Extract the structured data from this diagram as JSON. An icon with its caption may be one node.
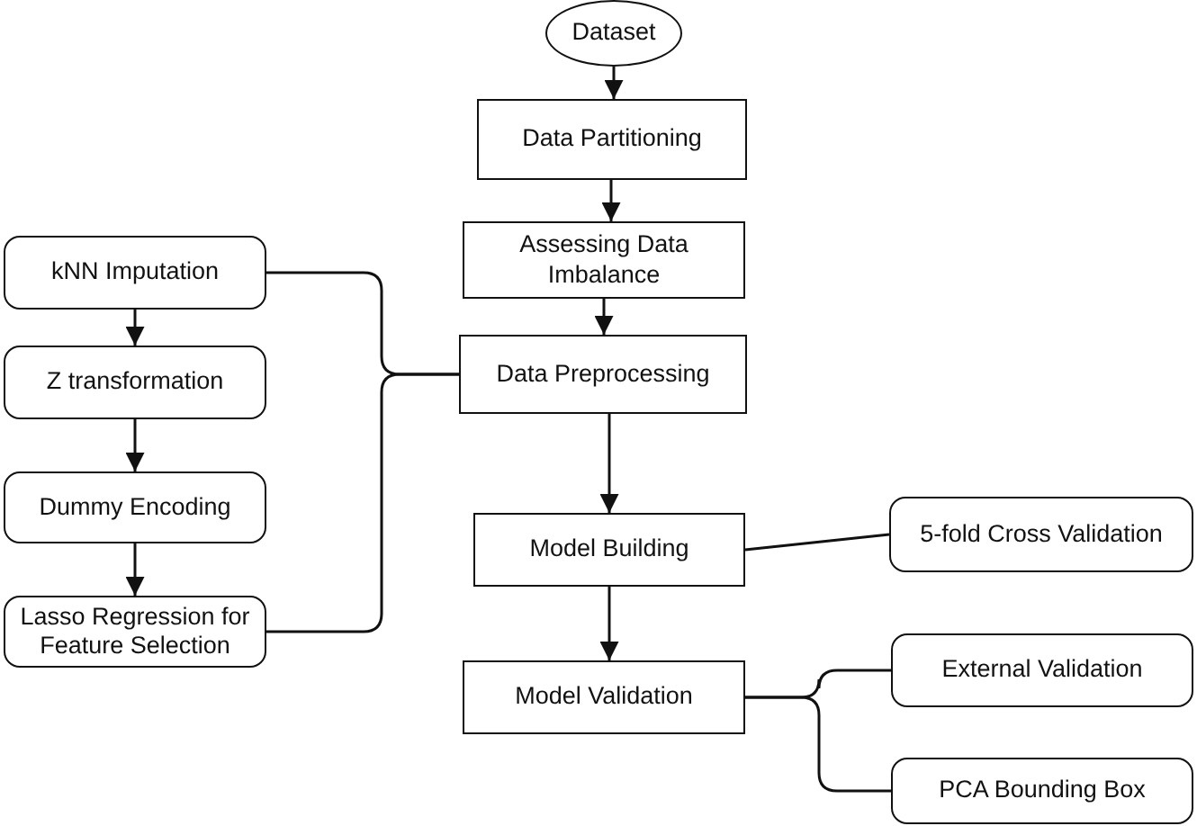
{
  "diagram": {
    "nodes": [
      {
        "text": [
          "Dataset"
        ]
      },
      {
        "text": [
          "Data Partitioning"
        ]
      },
      {
        "text": [
          "Assessing Data Imbalance"
        ]
      },
      {
        "text": [
          "Data Preprocessing"
        ]
      },
      {
        "text": [
          "Model Building"
        ]
      },
      {
        "text": [
          "Model Validation"
        ]
      },
      {
        "text": [
          "kNN Imputation"
        ]
      },
      {
        "text": [
          "Z transformation"
        ]
      },
      {
        "text": [
          "Dummy Encoding"
        ]
      },
      {
        "text": [
          "Lasso Regression for Feature Selection"
        ]
      },
      {
        "text": [
          "5-fold Cross Validation"
        ]
      },
      {
        "text": [
          "External Validation"
        ]
      },
      {
        "text": [
          "PCA Bounding Box"
        ]
      }
    ],
    "edges": [
      {
        "from": 0,
        "to": 1,
        "arrow": "to"
      },
      {
        "from": 1,
        "to": 2,
        "arrow": "to"
      },
      {
        "from": 2,
        "to": 3,
        "arrow": "to"
      },
      {
        "from": 3,
        "to": 4,
        "arrow": "to"
      },
      {
        "from": 4,
        "to": 5,
        "arrow": "to"
      },
      {
        "from": 6,
        "to": 7,
        "arrow": "to"
      },
      {
        "from": 7,
        "to": 8,
        "arrow": "to"
      },
      {
        "from": 8,
        "to": 9,
        "arrow": "to"
      },
      {
        "from": 6,
        "to": 3,
        "arrow": "none"
      },
      {
        "from": 9,
        "to": 3,
        "arrow": "none"
      },
      {
        "from": 4,
        "to": 10,
        "arrow": "none"
      },
      {
        "from": 5,
        "to": 11,
        "arrow": "none"
      },
      {
        "from": 5,
        "to": 12,
        "arrow": "none"
      }
    ]
  }
}
